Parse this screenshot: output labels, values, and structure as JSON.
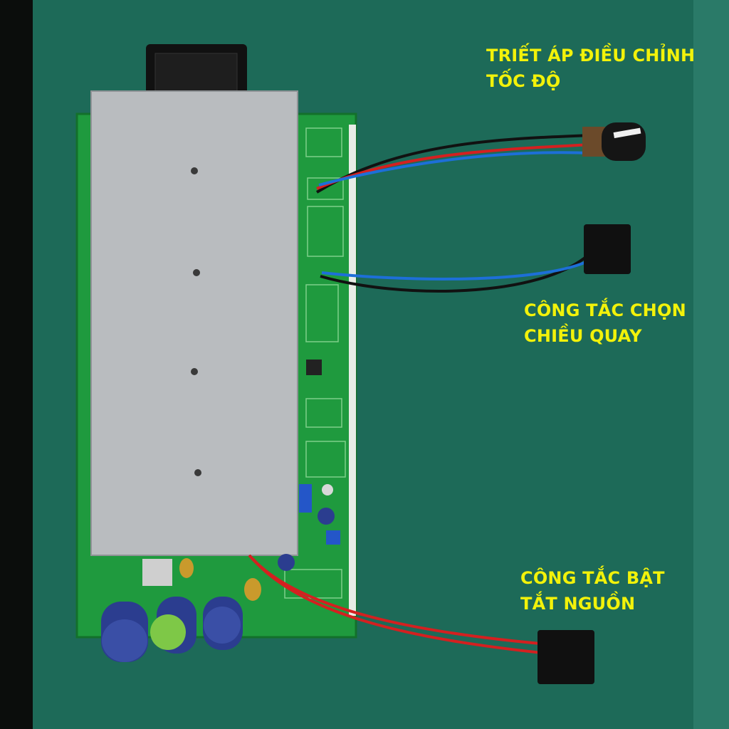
{
  "annotations": [
    {
      "line1": "TRIẾT ÁP ĐIỀU CHỈNH",
      "line2": "TỐC ĐỘ"
    },
    {
      "line1": "CÔNG TẮC CHỌN",
      "line2": "CHIỀU QUAY"
    },
    {
      "line1": "CÔNG TẮC BẬT",
      "line2": "TẮT NGUỒN"
    }
  ],
  "colors": {
    "background": "#1d6a58",
    "label_text": "#f2f20a",
    "pcb": "#1f9a3e",
    "heatsink": "#b9bcbf"
  }
}
